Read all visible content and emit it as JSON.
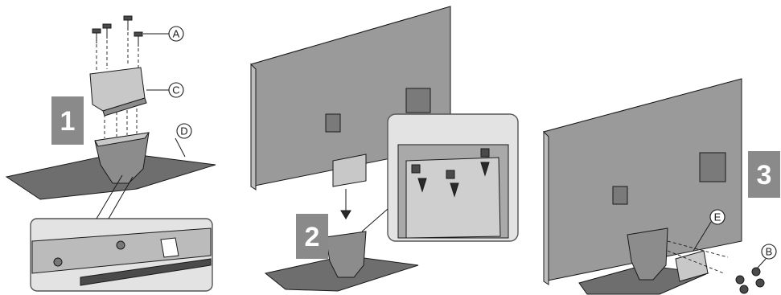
{
  "steps": [
    "1",
    "2",
    "3"
  ],
  "callouts": {
    "a": "A",
    "b": "B",
    "c": "C",
    "d": "D",
    "e": "E"
  },
  "colors": {
    "badge": "#8a8a8a",
    "tv_back": "#9a9a9a",
    "line": "#1a1a1a"
  }
}
